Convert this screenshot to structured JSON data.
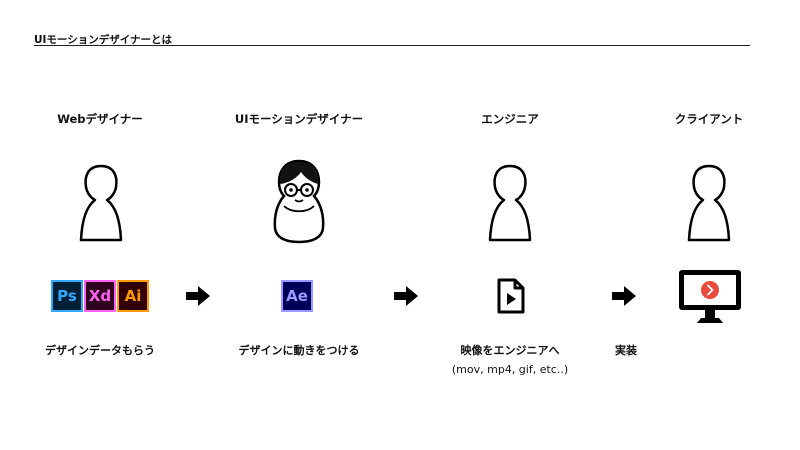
{
  "header": {
    "title": "UIモーションデザイナーとは"
  },
  "columns": [
    {
      "role": "Webデザイナー",
      "caption": "デザインデータもらう",
      "icons": [
        "Ps",
        "Xd",
        "Ai"
      ]
    },
    {
      "role": "UIモーションデザイナー",
      "caption": "デザインに動きをつける",
      "icons": [
        "Ae"
      ]
    },
    {
      "role": "エンジニア",
      "caption_line1": "映像をエンジニアへ",
      "caption_line2": "(mov, mp4, gif, etc..)",
      "icon": "video-file-icon"
    },
    {
      "role": "クライアント",
      "caption": "実装",
      "icon": "monitor-play-icon"
    }
  ],
  "colors": {
    "ps_bg": "#001e36",
    "ps_fg": "#31a8ff",
    "xd_bg": "#2e001e",
    "xd_fg": "#ff61f6",
    "ai_bg": "#330000",
    "ai_fg": "#ff9a00",
    "ae_bg": "#00005b",
    "ae_fg": "#9999ff",
    "play_button": "#e84a3c"
  }
}
